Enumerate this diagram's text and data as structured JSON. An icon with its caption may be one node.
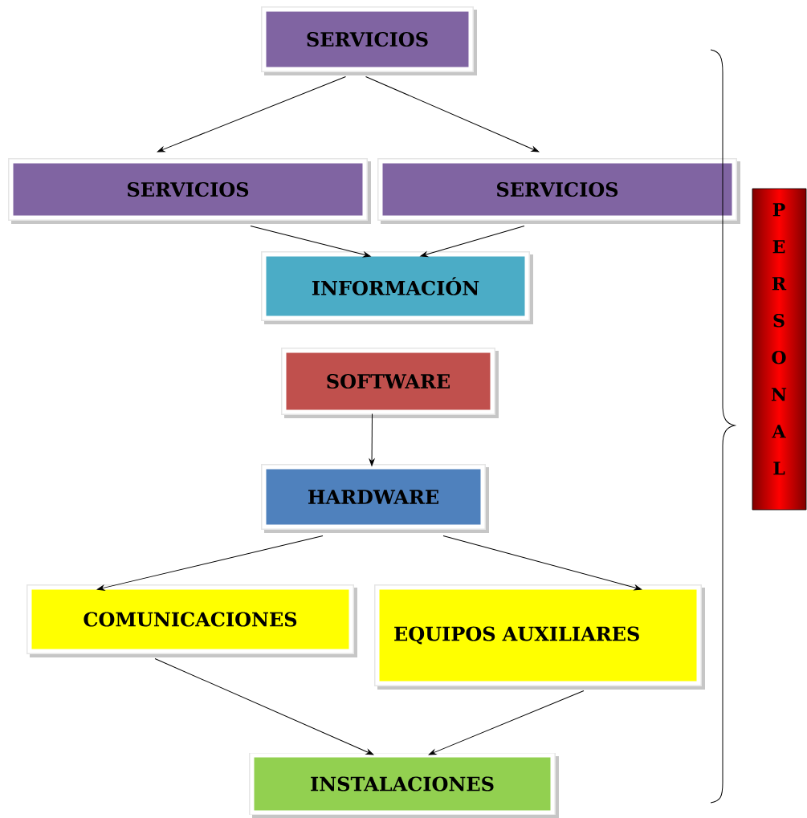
{
  "diagram": {
    "nodes": [
      {
        "text": [
          "SERVICIOS"
        ]
      },
      {
        "text": [
          "SERVICIOS"
        ]
      },
      {
        "text": [
          "SERVICIOS"
        ]
      },
      {
        "text": [
          "INFORMACIÓN"
        ]
      },
      {
        "text": [
          "SOFTWARE"
        ]
      },
      {
        "text": [
          "HARDWARE"
        ]
      },
      {
        "text": [
          "COMUNICACIONES"
        ]
      },
      {
        "text": [
          "EQUIPOS AUXILIARES"
        ]
      },
      {
        "text": [
          "INSTALACIONES"
        ]
      },
      {
        "text": [
          "PERSONAL"
        ]
      }
    ],
    "edges": [
      {
        "from": 0,
        "to": 1,
        "arrow": "to"
      },
      {
        "from": 0,
        "to": 2,
        "arrow": "to"
      },
      {
        "from": 1,
        "to": 3,
        "arrow": "to"
      },
      {
        "from": 2,
        "to": 3,
        "arrow": "to"
      },
      {
        "from": 4,
        "to": 5,
        "arrow": "to"
      },
      {
        "from": 5,
        "to": 6,
        "arrow": "to"
      },
      {
        "from": 5,
        "to": 7,
        "arrow": "to"
      },
      {
        "from": 6,
        "to": 8,
        "arrow": "to"
      },
      {
        "from": 7,
        "to": 8,
        "arrow": "to"
      }
    ]
  }
}
